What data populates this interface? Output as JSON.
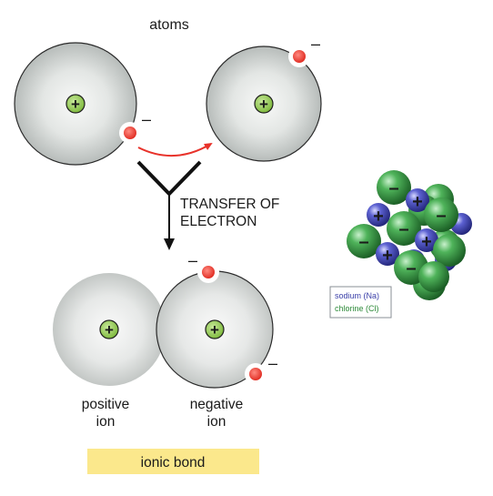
{
  "title": "atoms",
  "transfer_label": {
    "line1": "TRANSFER OF",
    "line2": "ELECTRON"
  },
  "ions": {
    "positive": {
      "line1": "positive",
      "line2": "ion"
    },
    "negative": {
      "line1": "negative",
      "line2": "ion"
    }
  },
  "bond_label": "ionic bond",
  "legend": {
    "sodium": "sodium (Na)",
    "chlorine": "chlorine (Cl)"
  },
  "symbols": {
    "plus": "+",
    "minus": "–"
  },
  "colors": {
    "atom_edge": "#b9bdbc",
    "atom_center": "#f6f7f6",
    "nucleus": "#8cc63f",
    "electron": "#e8322a",
    "arrow_red": "#e8322a",
    "bond_box": "#fbe88c",
    "sodium": "#3a3fa8",
    "chlorine": "#2e8b3a",
    "legend_sodium_text": "#3a3fa8",
    "legend_chlorine_text": "#2e8b3a"
  }
}
